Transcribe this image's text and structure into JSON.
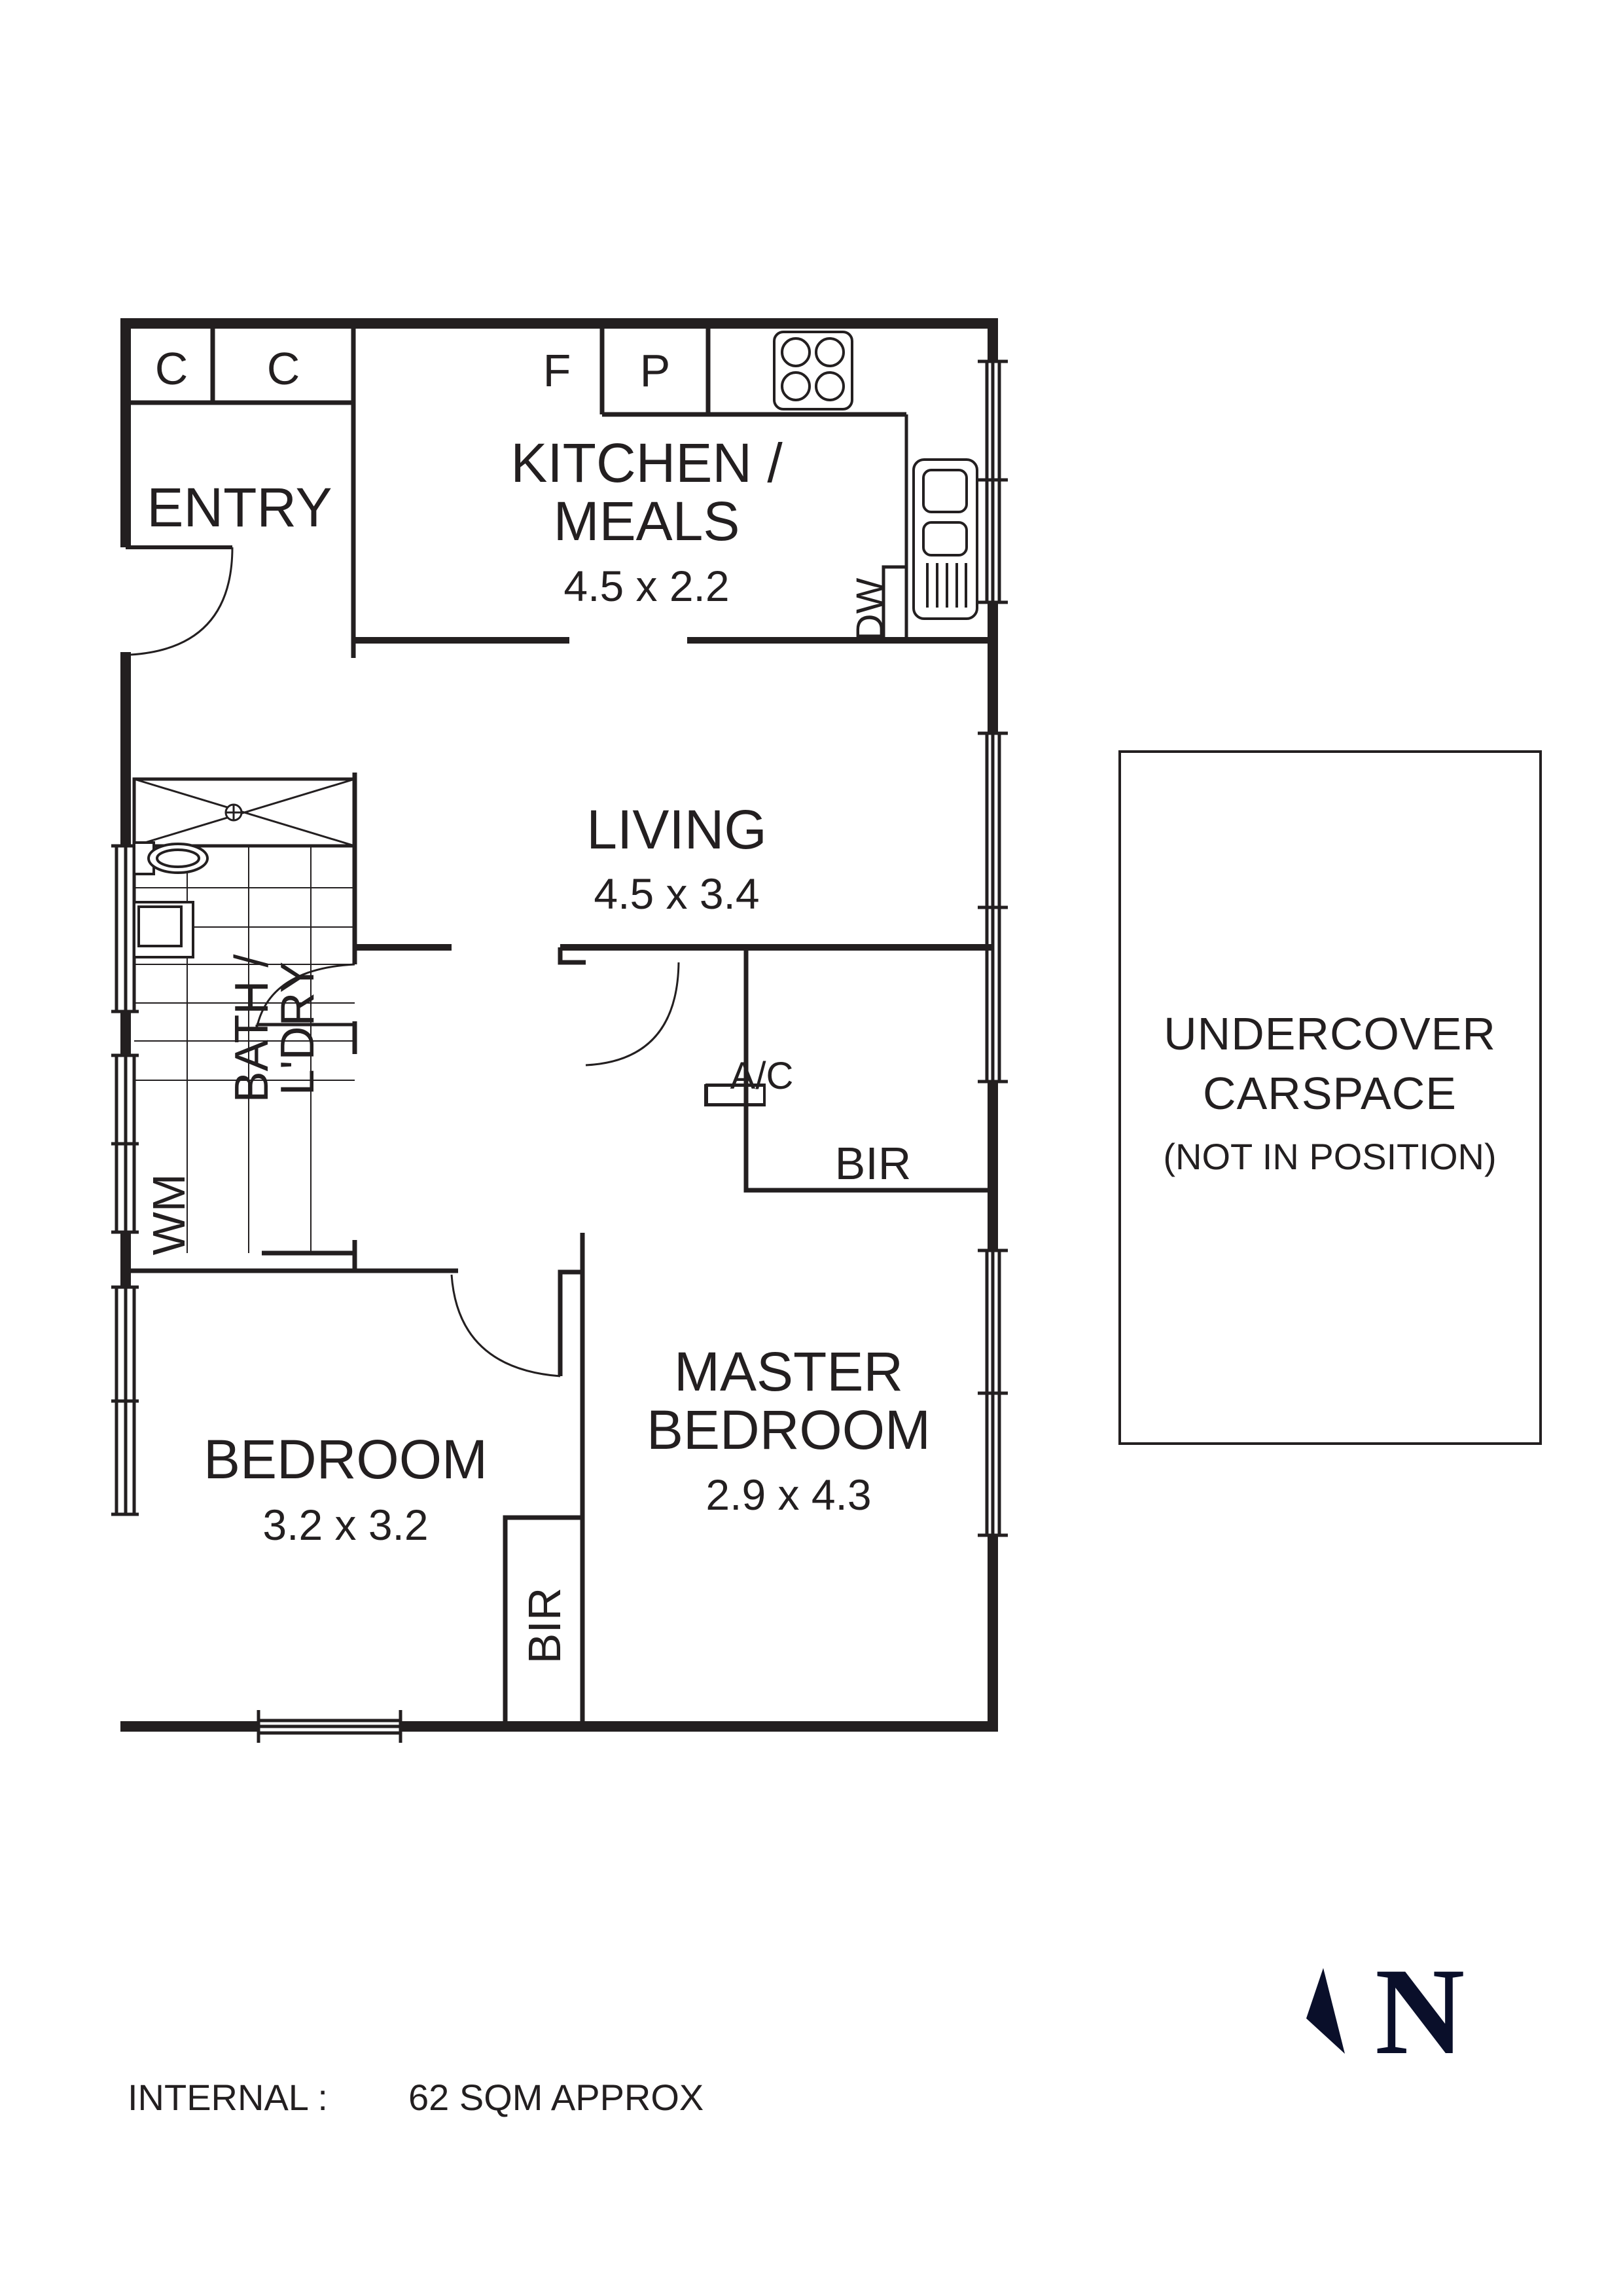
{
  "plan": {
    "rooms": {
      "cupboard_1": {
        "label": "C"
      },
      "cupboard_2": {
        "label": "C"
      },
      "entry": {
        "label": "ENTRY"
      },
      "fridge": {
        "label": "F"
      },
      "pantry": {
        "label": "P"
      },
      "kitchen": {
        "label_line1": "KITCHEN /",
        "label_line2": "MEALS",
        "dimensions": "4.5 x 2.2"
      },
      "dishwasher": {
        "label": "DW"
      },
      "living": {
        "label": "LIVING",
        "dimensions": "4.5 x 3.4"
      },
      "bath_laundry": {
        "label_line1": "BATH /",
        "label_line2": "L'DRY"
      },
      "washing_machine": {
        "label": "WM"
      },
      "air_conditioner": {
        "label": "A/C"
      },
      "master_bir": {
        "label": "BIR"
      },
      "master_bedroom": {
        "label_line1": "MASTER",
        "label_line2": "BEDROOM",
        "dimensions": "2.9 x 4.3"
      },
      "bedroom": {
        "label": "BEDROOM",
        "dimensions": "3.2 x 3.2"
      },
      "bedroom_bir": {
        "label": "BIR"
      }
    },
    "carspace": {
      "label_line1": "UNDERCOVER",
      "label_line2": "CARSPACE",
      "note": "(NOT IN POSITION)"
    },
    "north": {
      "letter": "N",
      "icon": "north-arrow-icon"
    },
    "footer": {
      "area_label": "INTERNAL :",
      "area_value": "62 SQM APPROX"
    }
  },
  "colors": {
    "wall": "#231f20",
    "north": "#0a0f2a",
    "background": "#ffffff"
  }
}
